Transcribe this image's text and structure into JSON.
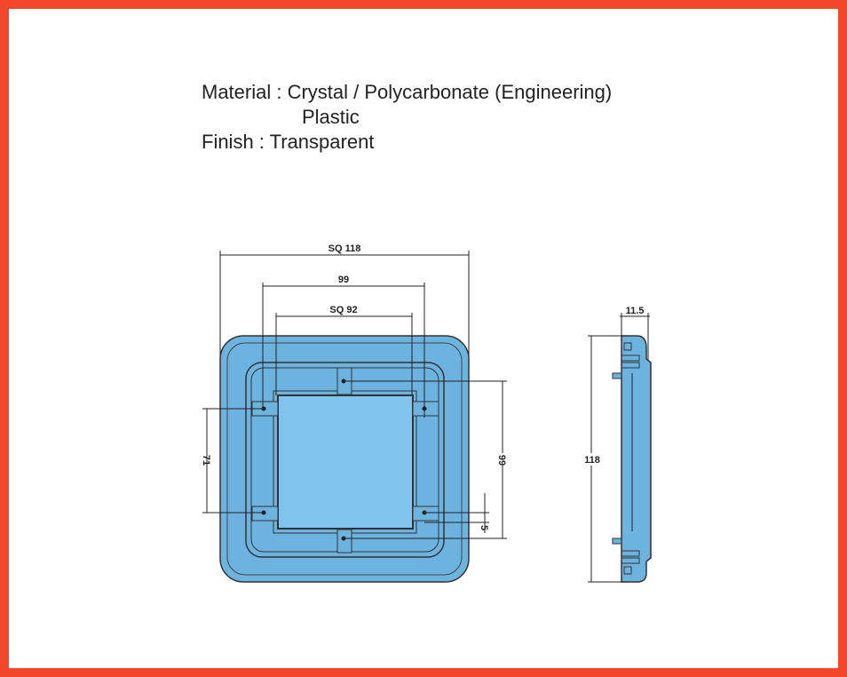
{
  "specs": {
    "material_line1": "Material : Crystal / Polycarbonate (Engineering)",
    "material_line2": "Plastic",
    "finish": "Finish : Transparent"
  },
  "front_view": {
    "dim_outer": "SQ 118",
    "dim_hole_span": "99",
    "dim_inner": "SQ 92",
    "dim_left_vertical": "71",
    "dim_right_vertical": "99",
    "dim_small": "5"
  },
  "side_view": {
    "dim_height": "118",
    "dim_depth": "11.5"
  },
  "colors": {
    "border": "#f2472b",
    "body_fill": "#6db3df",
    "window_fill": "#80c4ee",
    "line": "#222222"
  }
}
